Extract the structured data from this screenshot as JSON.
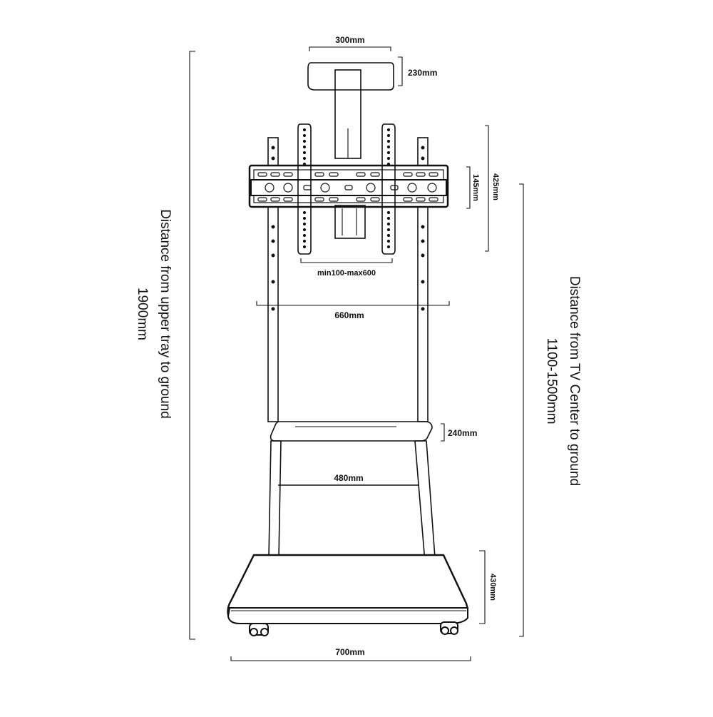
{
  "labels": {
    "head_width": "300mm",
    "head_height": "230mm",
    "bracket_range": "425mm",
    "bracket_height": "145mm",
    "vesa_range": "min100-max600",
    "column_span": "660mm",
    "tray_depth": "240mm",
    "tray_width": "480mm",
    "base_height": "430mm",
    "base_width": "700mm",
    "left_note_line1": "Distance from upper tray to ground",
    "left_note_line2": "1900mm",
    "right_note_line1": "Distance from TV Center to ground",
    "right_note_line2": "1100-1500mm"
  },
  "colors": {
    "ink": "#111111",
    "background": "#ffffff"
  }
}
